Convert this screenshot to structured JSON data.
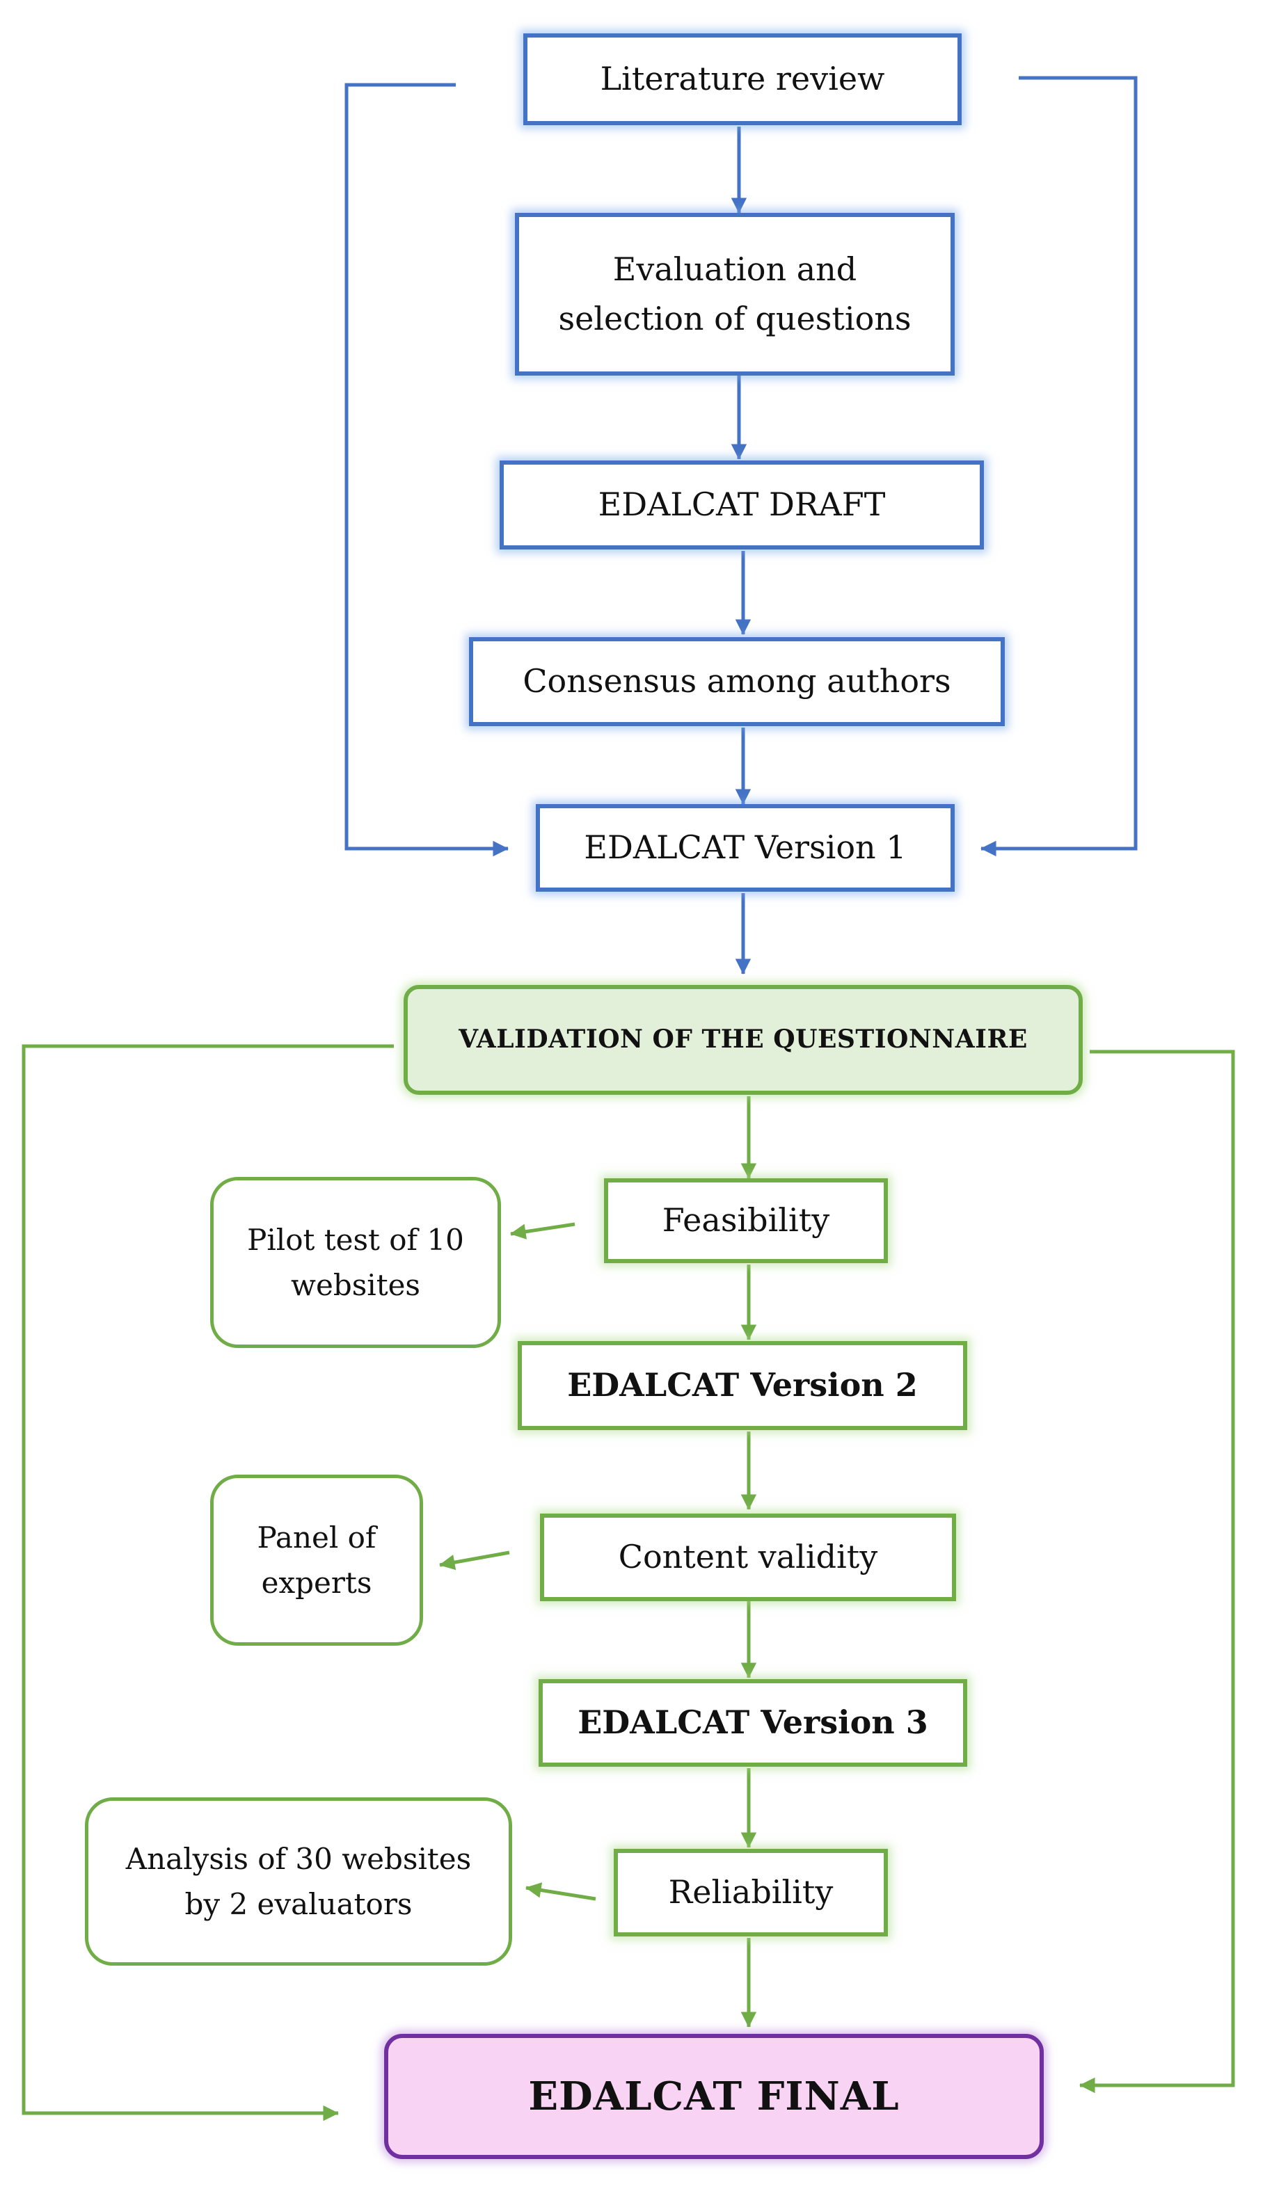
{
  "nodes": {
    "literature_review": "Literature review",
    "evaluation_line1": "Evaluation and",
    "evaluation_line2": "selection of questions",
    "draft": "EDALCAT DRAFT",
    "consensus": "Consensus among authors",
    "version1": "EDALCAT Version 1",
    "validation": "VALIDATION OF THE QUESTIONNAIRE",
    "feasibility": "Feasibility",
    "pilot_line1": "Pilot test of 10",
    "pilot_line2": "websites",
    "version2": "EDALCAT Version 2",
    "content_validity": "Content validity",
    "panel_line1": "Panel of",
    "panel_line2": "experts",
    "version3": "EDALCAT Version 3",
    "reliability": "Reliability",
    "analysis_line1": "Analysis of 30 websites",
    "analysis_line2": "by 2 evaluators",
    "final": "EDALCAT FINAL"
  },
  "colors": {
    "blue": "#4472c4",
    "green": "#70ad47",
    "purple": "#7030a0",
    "final_fill": "#f8d3f3",
    "validation_fill": "#e2f0d9"
  }
}
